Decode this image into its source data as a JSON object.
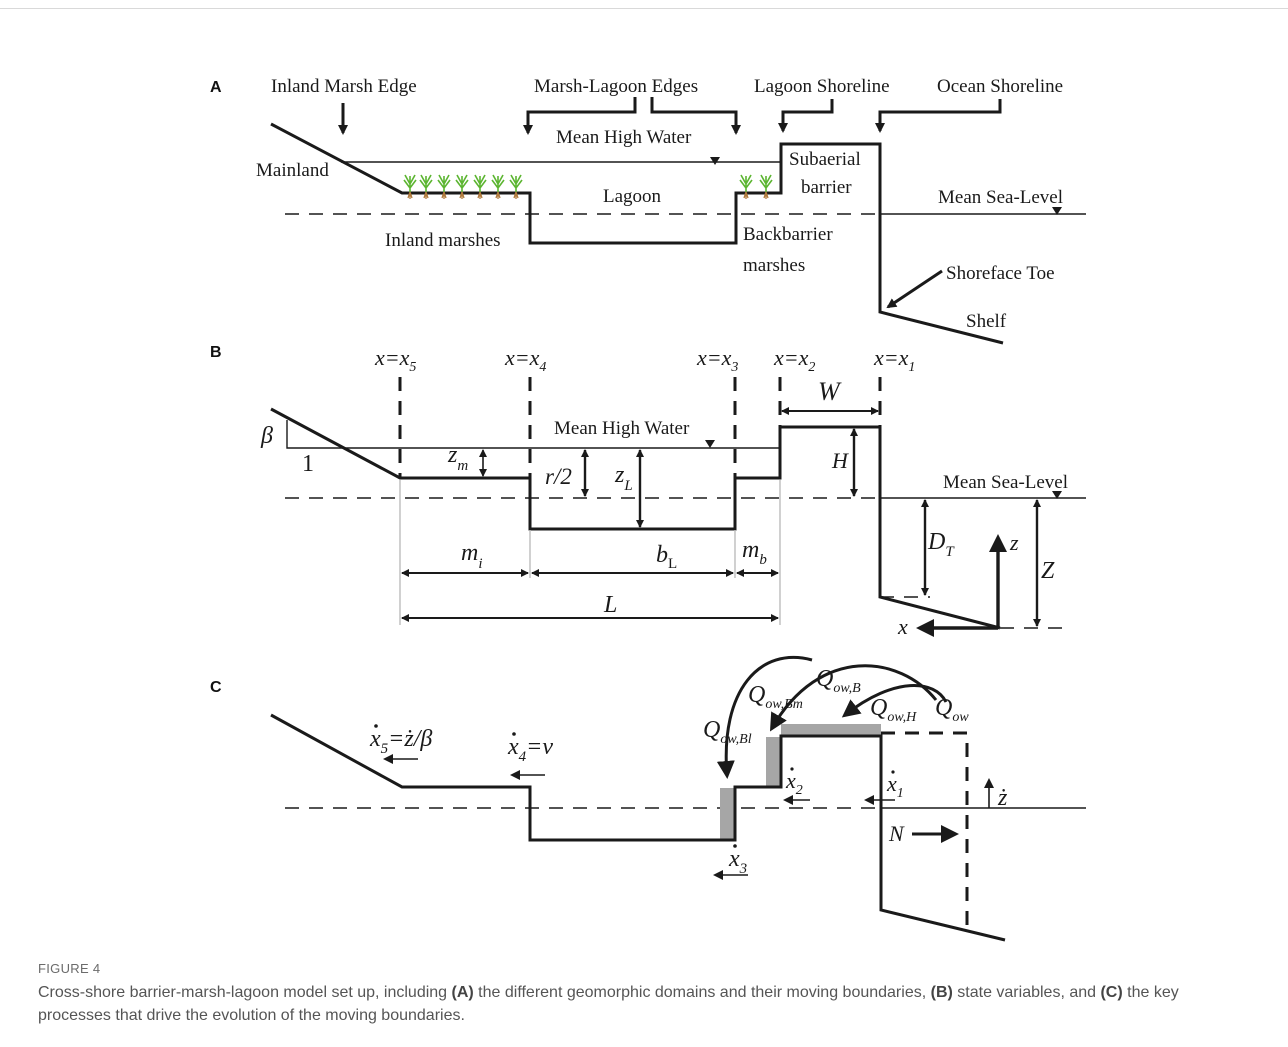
{
  "panels": {
    "a": {
      "letter": "A",
      "labels": {
        "inland_marsh_edge": "Inland Marsh Edge",
        "marsh_lagoon_edges": "Marsh-Lagoon Edges",
        "lagoon_shoreline": "Lagoon Shoreline",
        "ocean_shoreline": "Ocean Shoreline",
        "mean_high_water": "Mean High Water",
        "mainland": "Mainland",
        "lagoon": "Lagoon",
        "subaerial": "Subaerial",
        "barrier": "barrier",
        "mean_sea_level": "Mean Sea-Level",
        "inland_marshes": "Inland marshes",
        "backbarrier": "Backbarrier",
        "marshes": "marshes",
        "shoreface_toe": "Shoreface Toe",
        "shelf": "Shelf"
      }
    },
    "b": {
      "letter": "B",
      "labels": {
        "x5": "x=x",
        "x5_sub": "5",
        "x4": "x=x",
        "x4_sub": "4",
        "x3": "x=x",
        "x3_sub": "3",
        "x2": "x=x",
        "x2_sub": "2",
        "x1": "x=x",
        "x1_sub": "1",
        "W": "W",
        "beta": "β",
        "one": "1",
        "mean_high_water": "Mean High Water",
        "mean_sea_level": "Mean Sea-Level",
        "zm": "z",
        "zm_sub": "m",
        "r2": "r/2",
        "zL": "z",
        "zL_sub": "L",
        "H": "H",
        "DT": "D",
        "DT_sub": "T",
        "z": "z",
        "Z": "Z",
        "mi": "m",
        "mi_sub": "i",
        "bL": "b",
        "bL_sub": "L",
        "mb": "m",
        "mb_sub": "b",
        "L": "L",
        "x": "x"
      }
    },
    "c": {
      "letter": "C",
      "labels": {
        "x5dot": "x",
        "x5dot_sub": "5",
        "x5dot_rhs": "=ż/β",
        "x4dot": "x",
        "x4dot_sub": "4",
        "x4dot_rhs": "=v",
        "x3dot": "x",
        "x3dot_sub": "3",
        "x2dot": "x",
        "x2dot_sub": "2",
        "x1dot": "x",
        "x1dot_sub": "1",
        "zdot": "ż",
        "N": "N",
        "Q": "Q",
        "q_ow_bl": "ow,Bl",
        "q_ow_bm": "ow,Bm",
        "q_ow_b": "ow,B",
        "q_ow_h": "ow,H",
        "q_ow": "ow"
      }
    }
  },
  "figure_label": "FIGURE 4",
  "caption": {
    "part1": "Cross-shore barrier-marsh-lagoon model set up, including ",
    "a_bold": "(A)",
    "part2": " the different geomorphic domains and their moving boundaries, ",
    "b_bold": "(B)",
    "part3": " state variables, and ",
    "c_bold": "(C)",
    "part4": " the key processes that drive the evolution of the moving boundaries."
  },
  "colors": {
    "line": "#1a1a1a",
    "marsh_grass": "#5cb531",
    "marsh_root": "#b07a3c",
    "overwash_deposit": "#a6a6a6"
  }
}
